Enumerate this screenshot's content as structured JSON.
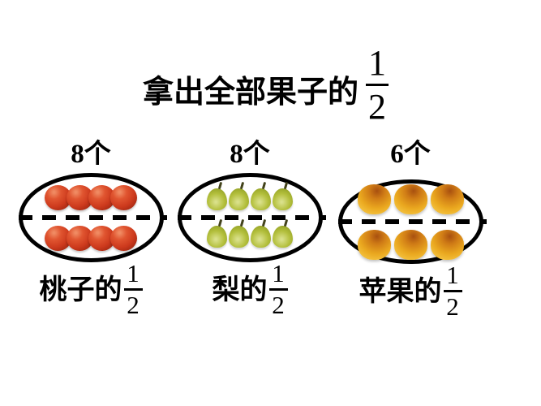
{
  "title": {
    "text": "拿出全部果子的",
    "fraction": {
      "numerator": "1",
      "denominator": "2"
    }
  },
  "groups": [
    {
      "count_label": "8个",
      "fruit": "peach",
      "total": 8,
      "rows": [
        4,
        4
      ],
      "label_text": "桃子的",
      "fraction": {
        "numerator": "1",
        "denominator": "2"
      }
    },
    {
      "count_label": "8个",
      "fruit": "pear",
      "total": 8,
      "rows": [
        4,
        4
      ],
      "label_text": "梨的",
      "fraction": {
        "numerator": "1",
        "denominator": "2"
      }
    },
    {
      "count_label": "6个",
      "fruit": "apple",
      "total": 6,
      "rows": [
        3,
        3
      ],
      "label_text": "苹果的",
      "fraction": {
        "numerator": "1",
        "denominator": "2"
      }
    }
  ],
  "colors": {
    "background": "#ffffff",
    "ink": "#000000",
    "peach": "#cd3a1d",
    "pear": "#b3bf3c",
    "apple": "#eaa81f"
  }
}
